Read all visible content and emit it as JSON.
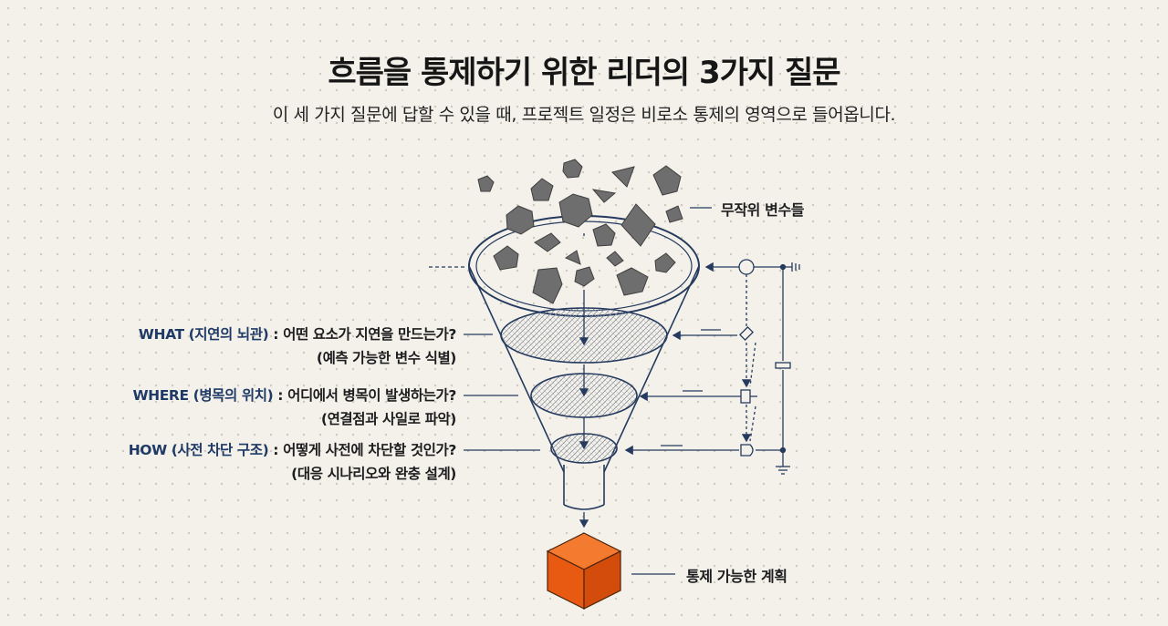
{
  "header": {
    "title": "흐름을 통제하기 위한 리더의 3가지 질문",
    "subtitle": "이 세 가지 질문에 답할 수 있을 때, 프로젝트 일정은 비로소 통제의 영역으로 들어옵니다."
  },
  "labels": {
    "random_variables": "무작위 변수들",
    "controllable_plan": "통제 가능한 계획"
  },
  "questions": [
    {
      "key": "WHAT (지연의 뇌관)",
      "text": " : 어떤 요소가 지연을 만드는가?",
      "sub": "(예측 가능한 변수 식별)"
    },
    {
      "key": "WHERE (병목의 위치)",
      "text": " : 어디에서 병목이 발생하는가?",
      "sub": "(연결점과 사일로 파악)"
    },
    {
      "key": "HOW (사전 차단 구조)",
      "text": " : 어떻게 사전에 차단할 것인가?",
      "sub": "(대응 시나리오와 완충 설계)"
    }
  ],
  "colors": {
    "outline": "#253a5e",
    "rock": "#6e6e6e",
    "cube": "#ee5a14",
    "accent": "#1f3a66"
  }
}
